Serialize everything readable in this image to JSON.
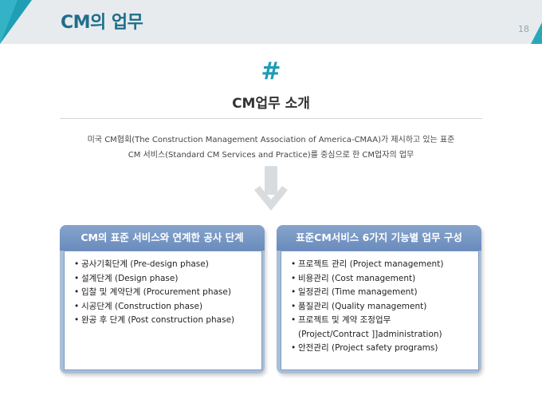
{
  "header": {
    "title": "CM의 업무",
    "page_number": "18"
  },
  "section": {
    "symbol": "#",
    "subtitle": "CM업무 소개",
    "description_line1": "미국 CM협회(The Construction Management Association of America-CMAA)가 제시하고 있는 표준",
    "description_line2": "CM 서비스(Standard CM Services and Practice)를 중심으로 한 CM업자의 업무"
  },
  "panels": [
    {
      "title": "CM의 표준 서비스와 연계한 공사 단계",
      "items": [
        "공사기획단계 (Pre-design phase)",
        "설계단계 (Design phase)",
        "입찰 및 계약단계 (Procurement phase)",
        "시공단계 (Construction phase)",
        "완공 후 단계 (Post construction phase)"
      ]
    },
    {
      "title": "표준CM서비스 6가지 기능별 업무 구성",
      "items": [
        "프로젝트 관리 (Project management)",
        "비용관리 (Cost management)",
        "일정관리 (Time management)",
        "품질관리 (Quality management)",
        "프로젝트 및 계약 조정업무",
        "(Project/Contract ]]administration)",
        "안전관리 (Project safety programs)"
      ]
    }
  ],
  "colors": {
    "accent": "#1e9bb6",
    "title": "#1f6e8a",
    "panel_header": "#6e8fbf",
    "panel_frame": "#a9bfd9"
  },
  "icons": [
    "arrow-down-icon"
  ]
}
